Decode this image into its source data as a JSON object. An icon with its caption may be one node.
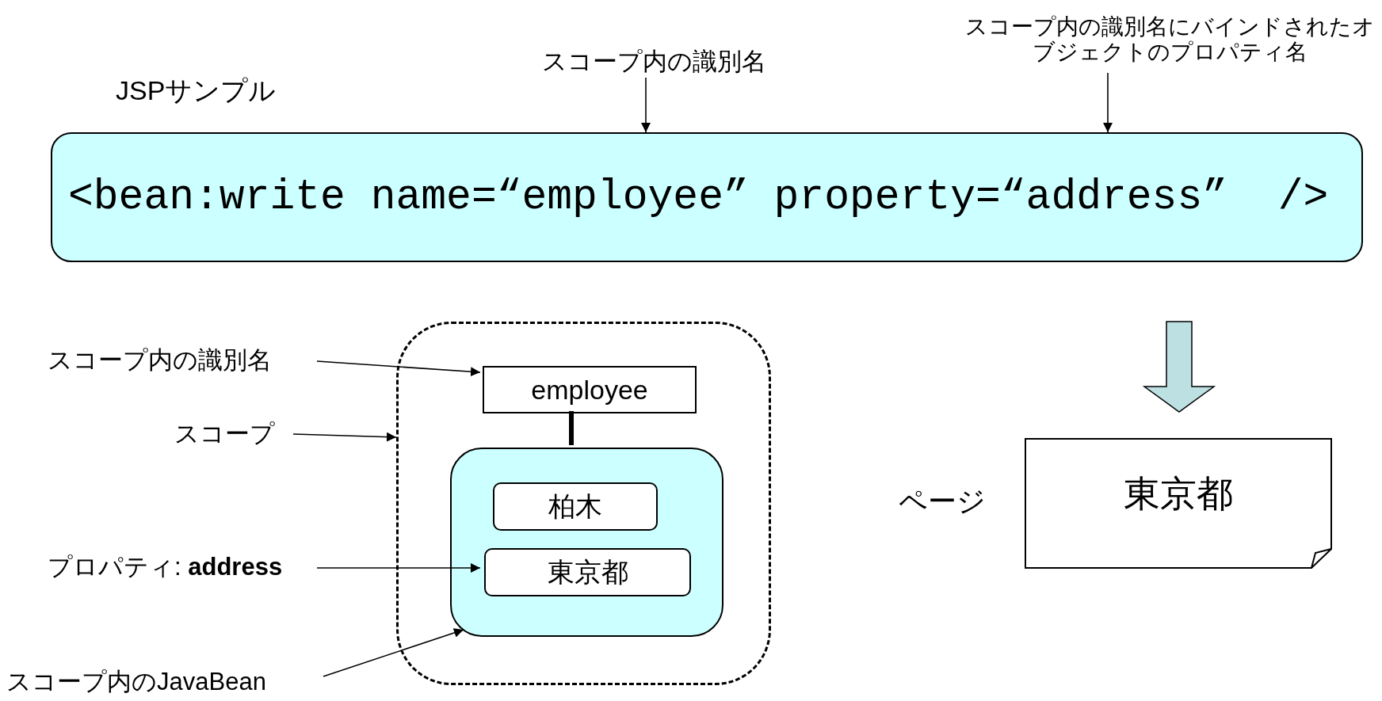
{
  "diagram": {
    "nodes": [
      {
        "text": [
          "JSPサンプル",
          "<bean:write name=“employee” property=“address”  />"
        ]
      },
      {
        "text": [
          "スコープ内の識別名"
        ]
      },
      {
        "text": [
          "スコープ内の識別名にバインドされたオブジェクトのプロパティ名"
        ]
      },
      {
        "text": [],
        "shape": "box"
      },
      {
        "text": [
          "employee"
        ],
        "in": 3
      },
      {
        "text": [],
        "shape": "box",
        "in": 3
      },
      {
        "text": [
          "柏木"
        ],
        "in": 5
      },
      {
        "text": [
          "東京都"
        ],
        "in": 5
      },
      {
        "text": [
          "スコープ内の識別名"
        ]
      },
      {
        "text": [
          "スコープ"
        ]
      },
      {
        "text": [
          "プロパティ: **address**"
        ]
      },
      {
        "text": [
          "スコープ内のJavaBean"
        ]
      },
      {
        "text": [
          "東京都"
        ],
        "beside": [
          "ページ"
        ]
      }
    ],
    "edges": [
      {
        "from": 1,
        "to": 0,
        "arrow": "to"
      },
      {
        "from": 2,
        "to": 0,
        "arrow": "to"
      },
      {
        "from": 4,
        "to": 5,
        "arrow": "none",
        "style": "thick"
      },
      {
        "from": 8,
        "to": 4,
        "arrow": "to"
      },
      {
        "from": 9,
        "to": 3,
        "arrow": "to"
      },
      {
        "from": 10,
        "to": 7,
        "arrow": "to"
      },
      {
        "from": 11,
        "to": 5,
        "arrow": "to"
      },
      {
        "from": 0,
        "to": 12,
        "arrow": "to",
        "style": "thick",
        "color": "#bde0e3"
      }
    ]
  }
}
